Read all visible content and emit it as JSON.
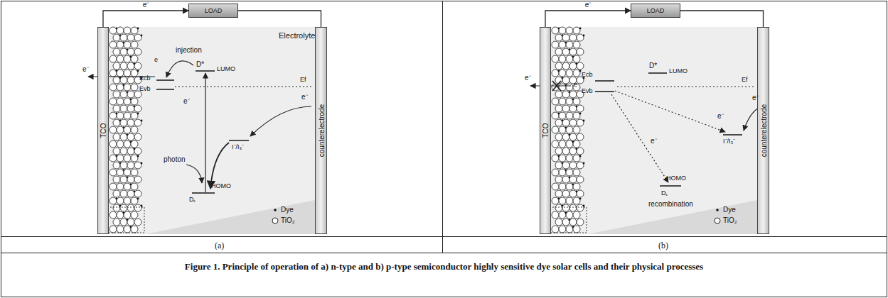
{
  "diagram": {
    "caption": "Figure 1. Principle of operation of a) n-type and b) p-type semiconductor highly sensitive dye solar cells and their physical processes",
    "nodes": [
      {
        "text": [
          "LOAD"
        ]
      },
      {
        "text": [
          "TCO"
        ]
      },
      {
        "text": [
          "counterelectrode"
        ]
      },
      {
        "text": [
          "LOAD"
        ]
      },
      {
        "text": [
          "TCO"
        ]
      },
      {
        "text": [
          "counterelectrode"
        ]
      }
    ],
    "edges": [
      {
        "from": 1,
        "to": 0,
        "arrow": "to",
        "label": "e⁻"
      },
      {
        "from": 0,
        "to": 2,
        "arrow": "none"
      },
      {
        "from": 4,
        "to": 3,
        "arrow": "to",
        "label": "e⁻"
      },
      {
        "from": 3,
        "to": 5,
        "arrow": "none"
      }
    ],
    "labels": [
      "Electrolyte",
      "injection",
      "e",
      "D*",
      "LUMO",
      "Ecb",
      "Evb",
      "Ef",
      "e⁻",
      "e⁻",
      "photon",
      "I⁻/I₃⁻",
      "HOMO",
      "Dₛ",
      "e⁻",
      "(a)",
      "e⁻",
      "e",
      "D*",
      "LUMO",
      "Ecb",
      "Evb",
      "Ef",
      "e⁻",
      "e⁻",
      "e⁻",
      "I⁻/I₃⁻",
      "HOMO",
      "Dₛ",
      "recombination",
      "(b)"
    ],
    "legend": [
      {
        "text": "Dye"
      },
      {
        "text": "TiO₂"
      },
      {
        "text": "Dye"
      },
      {
        "text": "TiO₂"
      }
    ]
  }
}
